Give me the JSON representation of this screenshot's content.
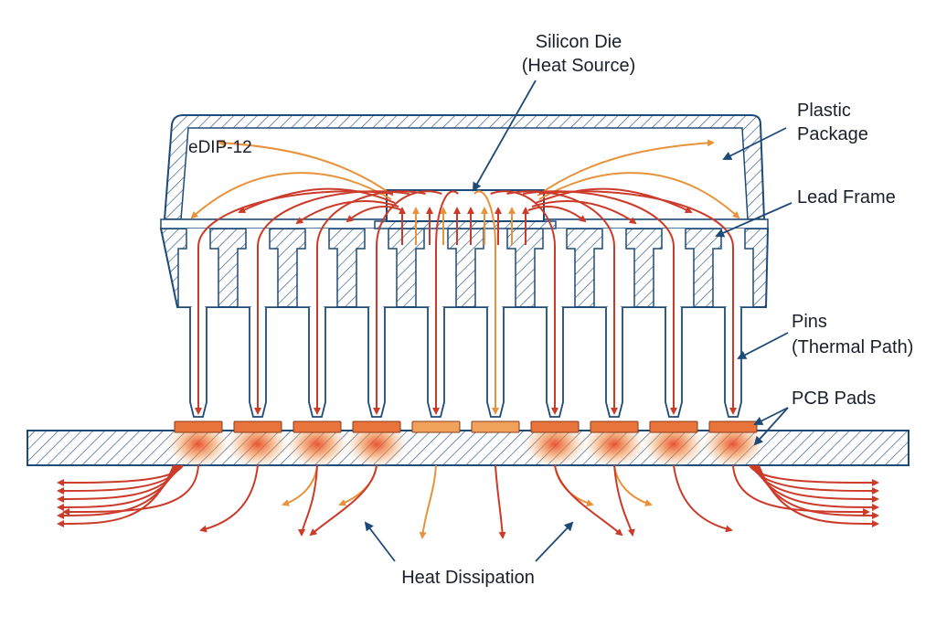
{
  "labels": {
    "die_line1": "Silicon Die",
    "die_line2": "(Heat Source)",
    "package_line1": "Plastic",
    "package_line2": "Package",
    "lead_frame": "Lead Frame",
    "pins_line1": "Pins",
    "pins_line2": "(Thermal Path)",
    "pcb_pads": "PCB Pads",
    "heat_dissipation": "Heat Dissipation",
    "package_name": "eDIP-12"
  },
  "colors": {
    "outline": "#1e4a78",
    "hatch": "#2a5683",
    "heat_red": "#cc3b2a",
    "heat_orange": "#e8923c",
    "pad_hot": "#e8743c",
    "pad_cool": "#f0a25a",
    "leader": "#1e4a78"
  },
  "pins": {
    "count": 10,
    "hot": [
      true,
      true,
      true,
      true,
      false,
      false,
      true,
      true,
      true,
      true
    ]
  }
}
